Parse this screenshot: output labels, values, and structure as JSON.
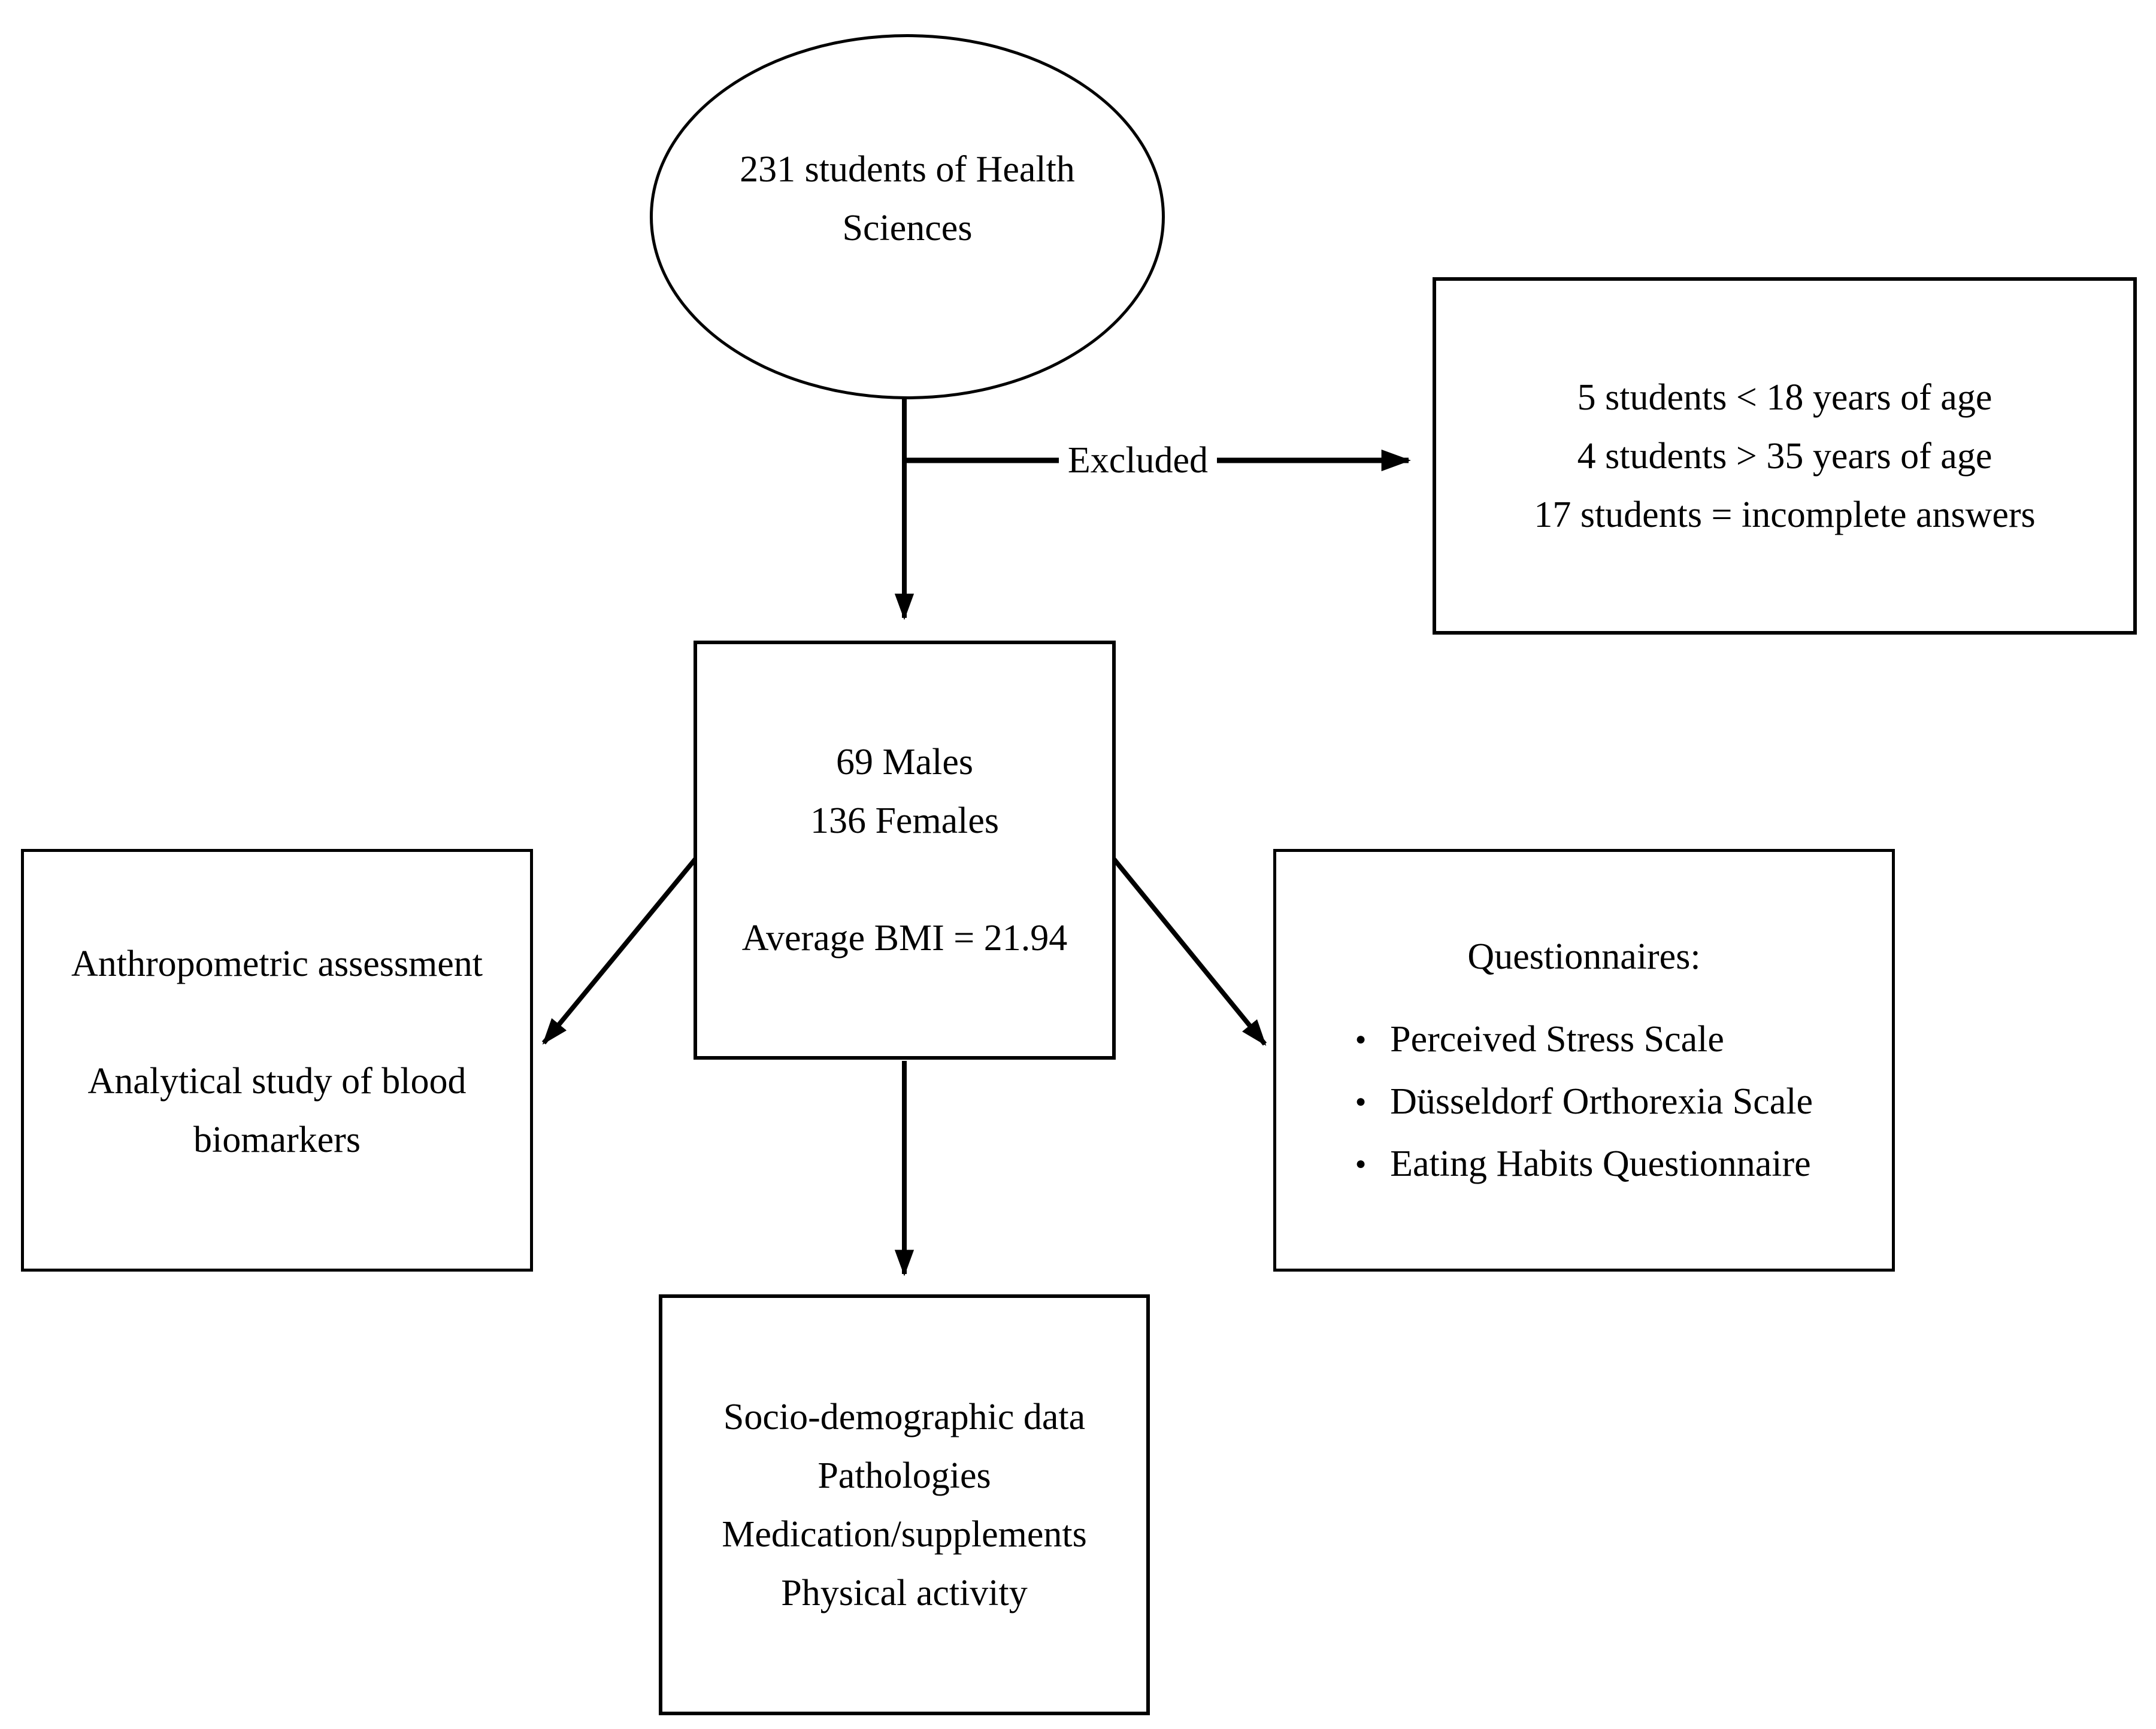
{
  "figure": {
    "background_color": "#ffffff",
    "ink_color": "#000000"
  },
  "icons": {
    "bullet": "●",
    "arrowhead": "▶"
  },
  "population_ellipse": {
    "lines": [
      "231 students of Health",
      "Sciences"
    ]
  },
  "excluded_branch": {
    "label": "Excluded"
  },
  "exclusion_box": {
    "lines": [
      "5 students < 18 years of age",
      "4 students > 35 years of age",
      "17 students = incomplete answers"
    ]
  },
  "sample_box": {
    "lines": [
      "69 Males",
      "136 Females",
      "",
      "Average BMI = 21.94"
    ]
  },
  "anthropometric_box": {
    "lines": [
      "Anthropometric assessment",
      "",
      "Analytical study of blood",
      "biomarkers"
    ]
  },
  "questionnaires_box": {
    "heading": "Questionnaires:",
    "items": [
      "Perceived Stress Scale",
      "Düsseldorf Orthorexia Scale",
      "Eating Habits Questionnaire"
    ]
  },
  "data_collection_box": {
    "lines": [
      "Socio-demographic data",
      "Pathologies",
      "Medication/supplements",
      "Physical activity"
    ]
  }
}
